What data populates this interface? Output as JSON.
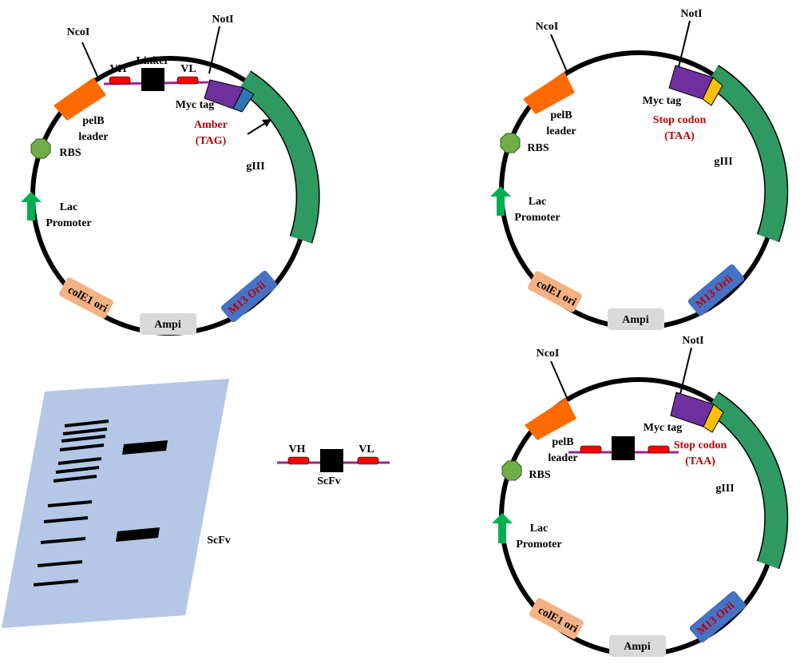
{
  "colors": {
    "orange": "#ff6a00",
    "purple": "#7030a0",
    "blue": "#2e75b6",
    "yellow": "#ffc000",
    "green_gene": "#2e9a62",
    "rbs_green": "#70ad47",
    "arrow_green": "#00b050",
    "peach": "#f4b183",
    "grey": "#d9d9d9",
    "m13_blue": "#4472c4",
    "red_text": "#c00000",
    "gel": "#b4c7e7",
    "domain_red": "#ff0000",
    "linker_line": "#a0218c"
  },
  "plasmid1": {
    "ncoi": "NcoI",
    "noti": "NotI",
    "vh": "VH",
    "linker": "Linker",
    "vl": "VL",
    "myc_tag": "Myc tag",
    "amber_1": "Amber",
    "amber_2": "(TAG)",
    "pelb_1": "pelB",
    "pelb_2": "leader",
    "rbs": "RBS",
    "lac_1": "Lac",
    "lac_2": "Promoter",
    "giii": "gIII",
    "cole1": "colE1 ori",
    "ampi": "Ampi",
    "m13": "M13 Orii"
  },
  "plasmid2": {
    "ncoi": "NcoI",
    "noti": "NotI",
    "myc_tag": "Myc tag",
    "stop_1": "Stop codon",
    "stop_2": "(TAA)",
    "pelb_1": "pelB",
    "pelb_2": "leader",
    "rbs": "RBS",
    "lac_1": "Lac",
    "lac_2": "Promoter",
    "giii": "gIII",
    "cole1": "colE1 ori",
    "ampi": "Ampi",
    "m13": "M13 Orii"
  },
  "plasmid3": {
    "ncoi": "NcoI",
    "noti": "NotI",
    "myc_tag": "Myc tag",
    "stop_1": "Stop codon",
    "stop_2": "(TAA)",
    "pelb_1": "pelB",
    "pelb_2": "leader",
    "rbs": "RBS",
    "lac_1": "Lac",
    "lac_2": "Promoter",
    "giii": "gIII",
    "cole1": "colE1 ori",
    "ampi": "Ampi",
    "m13": "M13 Orii"
  },
  "scfv_fragment": {
    "vh": "VH",
    "vl": "VL",
    "label": "ScFv"
  },
  "gel": {
    "band_label": "ScFv"
  }
}
